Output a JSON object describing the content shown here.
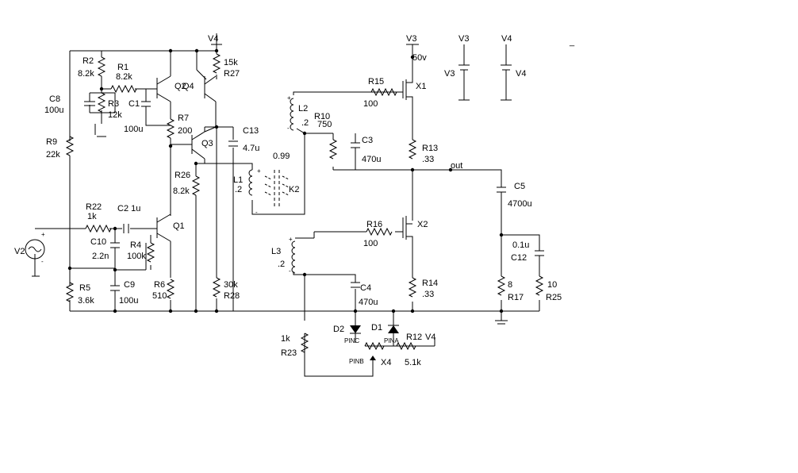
{
  "labels": {
    "v4_top": "V4",
    "v3_top": "V3",
    "v3_rail": "V3",
    "v4_rail": "V4",
    "v3_side": "V3",
    "v4_side": "V4",
    "dash": "_",
    "r2_name": "R2",
    "r2_val": "8.2k",
    "r1_name": "R1",
    "r1_val": "8.2k",
    "r3_name": "R3",
    "r3_val": "12k",
    "c8_name": "C8",
    "c8_val": "100u",
    "c1_name": "C1",
    "c1_val": "100u",
    "q2_name": "Q2",
    "q4_name": "Q4",
    "r27_val": "15k",
    "r27_name": "R27",
    "r7_name": "R7",
    "r7_val": "200",
    "q3_name": "Q3",
    "c13_name": "C13",
    "c13_val": "4.7u",
    "r9_name": "R9",
    "r9_val": "22k",
    "r26_name": "R26",
    "r26_val": "8.2k",
    "l1_name": "L1",
    "l1_val": ".2",
    "k_val": "0.99",
    "k2_name": "K2",
    "l2_name": "L2",
    "l2_val": ".2",
    "r10_name": "R10",
    "r10_val": "750",
    "r15_name": "R15",
    "r15_val": "100",
    "x1_name": "X1",
    "v50": "50v",
    "c3_name": "C3",
    "c3_val": "470u",
    "r13_name": "R13",
    "r13_val": ".33",
    "out": "out",
    "c5_name": "C5",
    "c5_val": "4700u",
    "r22_name": "R22",
    "r22_val": "1k",
    "c2_label": "C2 1u",
    "q1_name": "Q1",
    "v2_name": "V2",
    "c10_name": "C10",
    "c10_val": "2.2n",
    "r4_name": "R4",
    "r4_val": "100k",
    "r16_name": "R16",
    "r16_val": "100",
    "x2_name": "X2",
    "l3_name": "L3",
    "l3_val": ".2",
    "c12_val": "0.1u",
    "c12_name": "C12",
    "r5_name": "R5",
    "r5_val": "3.6k",
    "c9_name": "C9",
    "c9_val": "100u",
    "r6_name": "R6",
    "r6_val": "510",
    "r28_val": "30k",
    "r28_name": "R28",
    "c4_name": "C4",
    "c4_val": "470u",
    "r14_name": "R14",
    "r14_val": ".33",
    "r17_val": "8",
    "r17_name": "R17",
    "r25_val": "10",
    "r25_name": "R25",
    "d2_name": "D2",
    "d1_name": "D1",
    "pinc": "PINC",
    "pina": "PINA",
    "pinb": "PINB",
    "r12_label": "R12",
    "v4_r12": "V4",
    "x4_name": "X4",
    "r12_val": "5.1k",
    "r23_val": "1k",
    "r23_name": "R23",
    "plus": "+",
    "minus": "-"
  }
}
